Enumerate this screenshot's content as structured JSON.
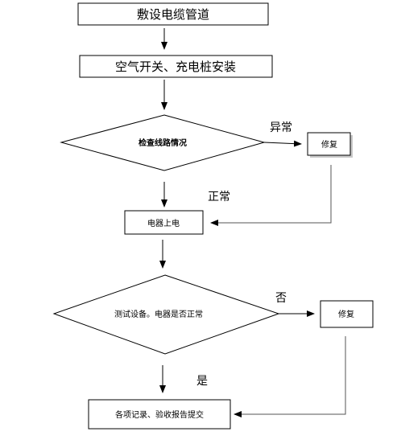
{
  "nodes": {
    "lay_cable": "敷设电缆管道",
    "install": "空气开关、充电桩安装",
    "inspect": "检查线路情况",
    "repair_1": "修复",
    "power_on": "电器上电",
    "test": "测试设备。电器是否正常",
    "repair_2": "修复",
    "record": "各项记录、验收报告提交"
  },
  "edge_labels": {
    "abnormal": "异常",
    "normal": "正常",
    "no": "否",
    "yes": "是"
  },
  "colors": {
    "stroke": "#000000",
    "fill": "#ffffff",
    "shadow": "#c8c8c8"
  }
}
